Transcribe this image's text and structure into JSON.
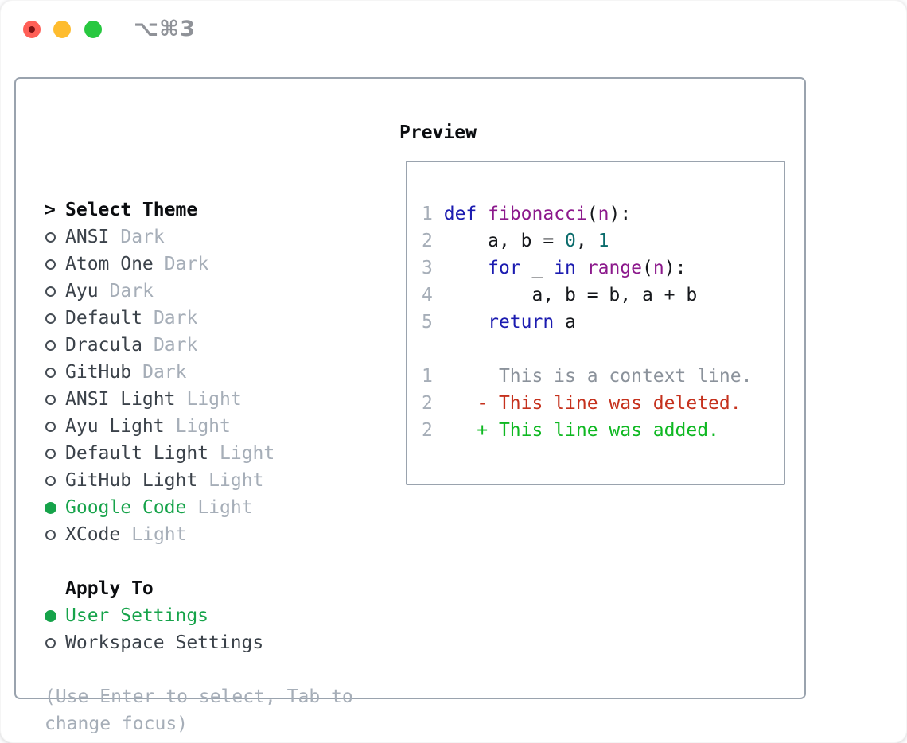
{
  "titlebar": {
    "title": "⌥⌘3"
  },
  "theme_panel": {
    "header_marker": ">",
    "header": "Select Theme",
    "themes": [
      {
        "name": "ANSI",
        "tag": "Dark",
        "selected": false
      },
      {
        "name": "Atom One",
        "tag": "Dark",
        "selected": false
      },
      {
        "name": "Ayu",
        "tag": "Dark",
        "selected": false
      },
      {
        "name": "Default",
        "tag": "Dark",
        "selected": false
      },
      {
        "name": "Dracula",
        "tag": "Dark",
        "selected": false
      },
      {
        "name": "GitHub",
        "tag": "Dark",
        "selected": false
      },
      {
        "name": "ANSI Light",
        "tag": "Light",
        "selected": false
      },
      {
        "name": "Ayu Light",
        "tag": "Light",
        "selected": false
      },
      {
        "name": "Default Light",
        "tag": "Light",
        "selected": false
      },
      {
        "name": "GitHub Light",
        "tag": "Light",
        "selected": false
      },
      {
        "name": "Google Code",
        "tag": "Light",
        "selected": true
      },
      {
        "name": "XCode",
        "tag": "Light",
        "selected": false
      }
    ],
    "apply_header": "Apply To",
    "apply_options": [
      {
        "label": "User Settings",
        "selected": true
      },
      {
        "label": "Workspace Settings",
        "selected": false
      }
    ],
    "hint": "(Use Enter to select, Tab to change focus)"
  },
  "preview": {
    "header": "Preview",
    "code_lines": [
      {
        "num": "1",
        "tokens": [
          [
            "def",
            "key"
          ],
          [
            " ",
            "plain"
          ],
          [
            "fibonacci",
            "fn"
          ],
          [
            "(",
            "plain"
          ],
          [
            "n",
            "fn"
          ],
          [
            "):",
            "plain"
          ]
        ]
      },
      {
        "num": "2",
        "tokens": [
          [
            "    a, b = ",
            "plain"
          ],
          [
            "0",
            "num"
          ],
          [
            ", ",
            "plain"
          ],
          [
            "1",
            "num"
          ]
        ]
      },
      {
        "num": "3",
        "tokens": [
          [
            "    ",
            "plain"
          ],
          [
            "for",
            "key"
          ],
          [
            " _ ",
            "plain"
          ],
          [
            "in",
            "key"
          ],
          [
            " ",
            "plain"
          ],
          [
            "range",
            "fn"
          ],
          [
            "(",
            "plain"
          ],
          [
            "n",
            "fn"
          ],
          [
            "):",
            "plain"
          ]
        ]
      },
      {
        "num": "4",
        "tokens": [
          [
            "        a, b = b, a + b",
            "plain"
          ]
        ]
      },
      {
        "num": "5",
        "tokens": [
          [
            "    ",
            "plain"
          ],
          [
            "return",
            "key"
          ],
          [
            " a",
            "plain"
          ]
        ]
      }
    ],
    "diff_lines": [
      {
        "num": "1",
        "sign": "",
        "text": "This is a context line.",
        "type": "context"
      },
      {
        "num": "2",
        "sign": "-",
        "text": "This line was deleted.",
        "type": "deleted"
      },
      {
        "num": "2",
        "sign": "+",
        "text": "This line was added.",
        "type": "added"
      }
    ]
  },
  "colors": {
    "accent-green": "#16a34a",
    "text": "#3b424a",
    "muted": "#a6aeb8",
    "heading": "#0b0d10",
    "border": "#9aa3ae",
    "line-number": "#a6aeb8",
    "code-keyword": "#1b1bb0",
    "code-function": "#8c198c",
    "code-number": "#0a6b6b",
    "code-plain": "#16181c",
    "diff-context": "#8b929b",
    "diff-deleted": "#c5311d",
    "diff-added": "#0fb822",
    "title": "#8f9298",
    "light-red": "#ff5f57",
    "light-red-dot": "#7e1113",
    "light-yellow": "#febc2e",
    "light-green": "#28c840"
  }
}
